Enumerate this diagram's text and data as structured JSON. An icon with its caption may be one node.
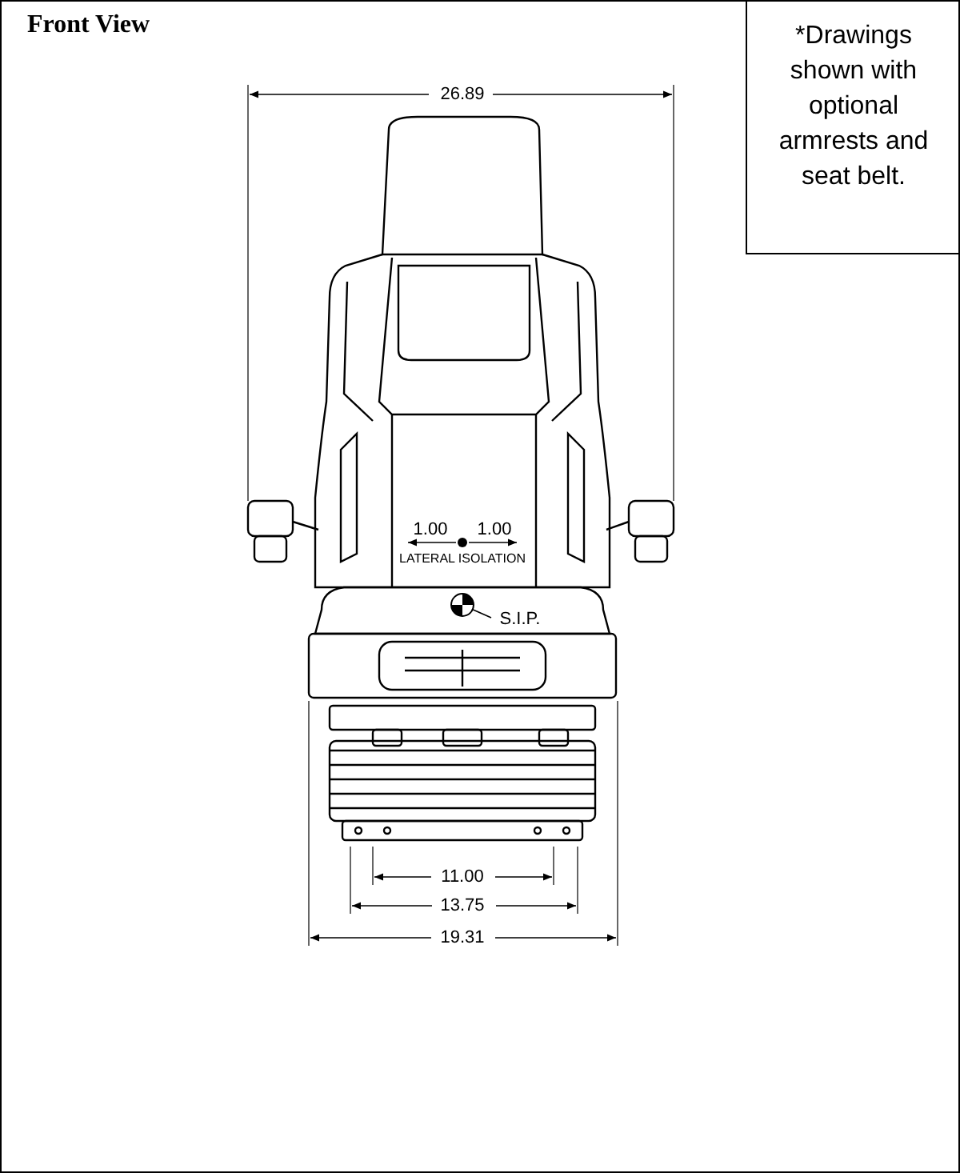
{
  "diagram": {
    "title": "Front View",
    "nodes": [
      {
        "text": [
          "*Drawings shown with optional armrests and seat belt."
        ]
      },
      {
        "text": [
          "S.I.P."
        ]
      },
      {
        "text": [],
        "shape": "circle"
      }
    ],
    "edges": [
      {
        "from": 1,
        "to": 2,
        "arrow": "none"
      }
    ],
    "labels": [
      "26.89",
      "1.00",
      "1.00",
      "LATERAL ISOLATION",
      "11.00",
      "13.75",
      "19.31"
    ]
  }
}
